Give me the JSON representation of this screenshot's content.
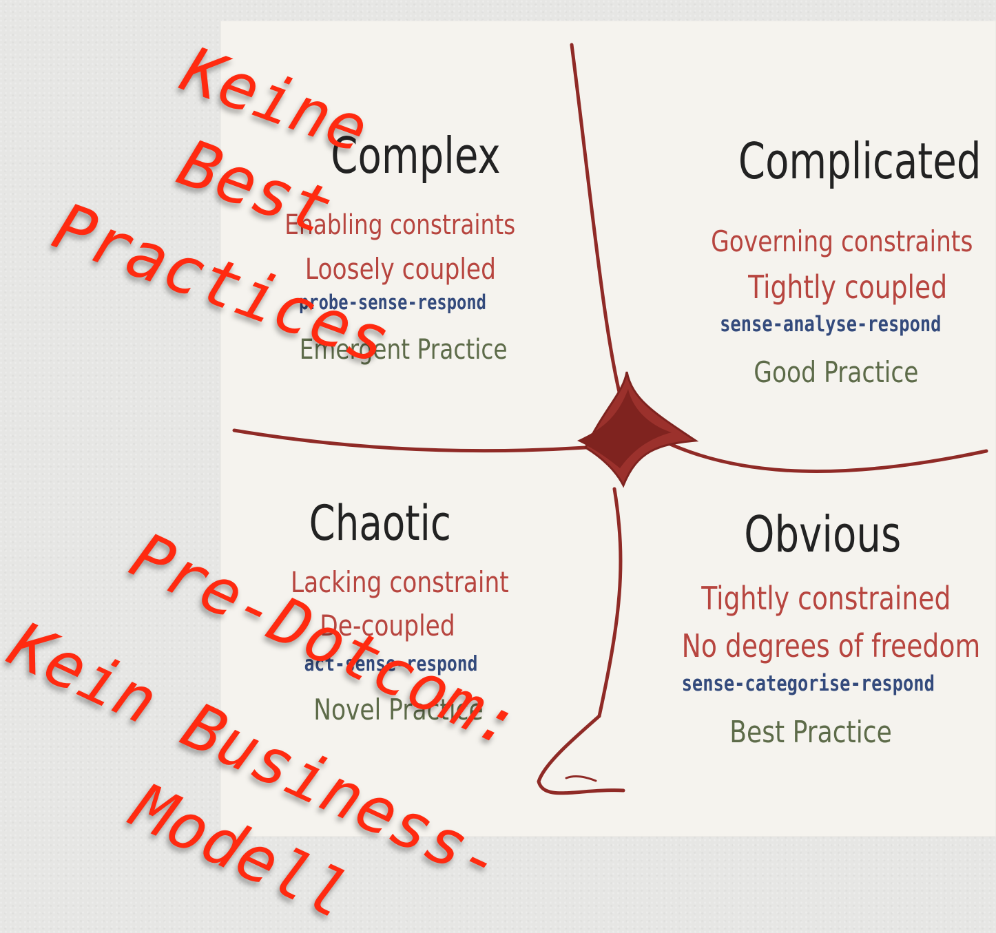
{
  "quadrants": {
    "complex": {
      "title": "Complex",
      "constraints": "Enabling constraints",
      "coupling": "Loosely coupled",
      "approach": "probe-sense-respond",
      "practice": "Emergent Practice"
    },
    "complicated": {
      "title": "Complicated",
      "constraints": "Governing constraints",
      "coupling": "Tightly coupled",
      "approach": "sense-analyse-respond",
      "practice": "Good Practice"
    },
    "chaotic": {
      "title": "Chaotic",
      "constraints": "Lacking constraint",
      "coupling": "De-coupled",
      "approach": "act-sense-respond",
      "practice": "Novel Practice"
    },
    "obvious": {
      "title": "Obvious",
      "constraints": "Tightly constrained",
      "coupling": "No degrees of freedom",
      "approach": "sense-categorise-respond",
      "practice": "Best Practice"
    }
  },
  "annotations": {
    "top": [
      "Keine",
      "Best",
      "Practices"
    ],
    "bottom": [
      "Pre-Dotcom:",
      "Kein Business-",
      "Modell"
    ]
  },
  "colors": {
    "divider": "#8f2a26",
    "constraints_text": "#b7453f",
    "approach_text": "#334a7c",
    "practice_text": "#5d6b49",
    "annotation_text": "#ff2a10"
  }
}
